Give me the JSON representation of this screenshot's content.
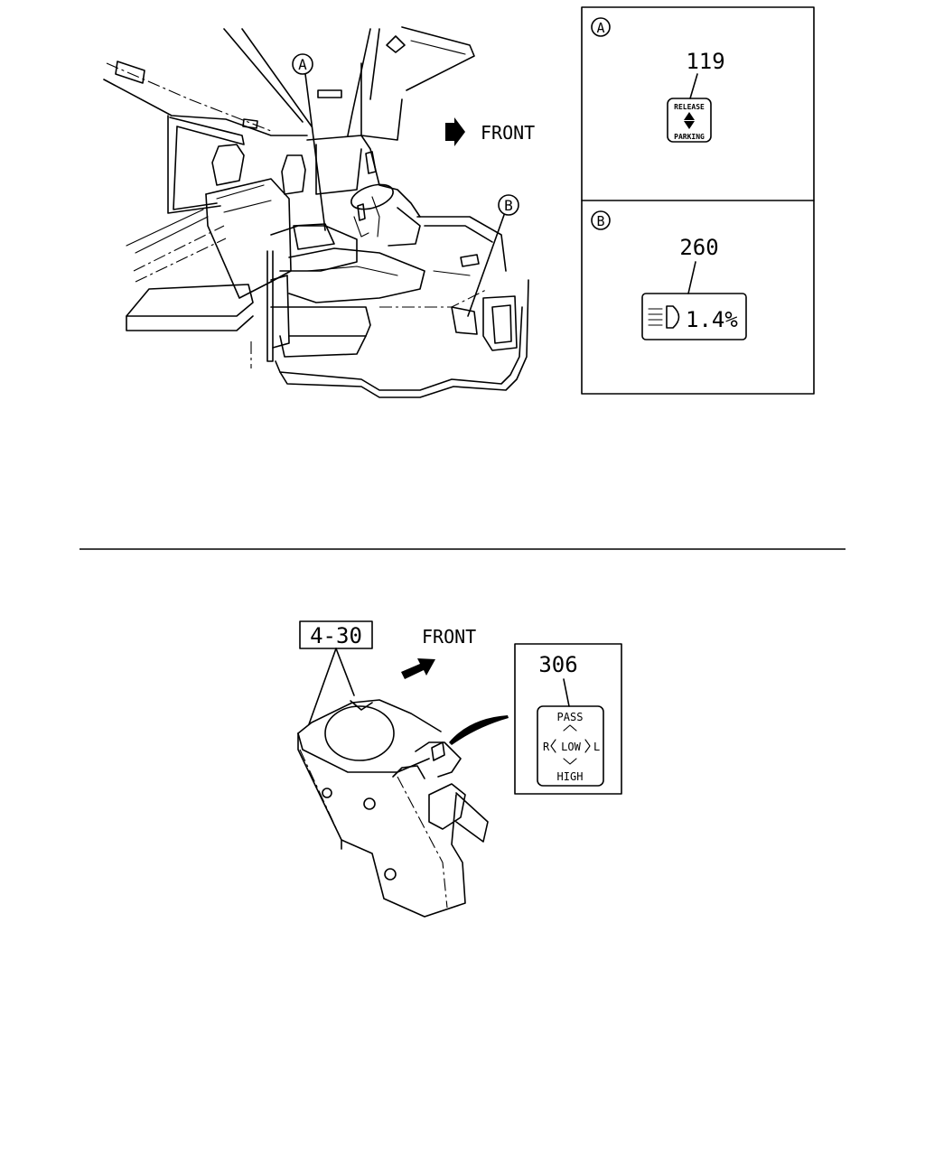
{
  "top_section": {
    "front_label": "FRONT",
    "callout_a": "A",
    "callout_b": "B",
    "detail_a": {
      "letter": "A",
      "part_number": "119",
      "switch_top": "RELEASE",
      "switch_bottom": "PARKING"
    },
    "detail_b": {
      "letter": "B",
      "part_number": "260",
      "display_value": "1.4%"
    }
  },
  "bottom_section": {
    "reference": "4-30",
    "front_label": "FRONT",
    "detail": {
      "part_number": "306",
      "pass": "PASS",
      "r": "R",
      "low": "LOW",
      "l": "L",
      "high": "HIGH"
    }
  }
}
